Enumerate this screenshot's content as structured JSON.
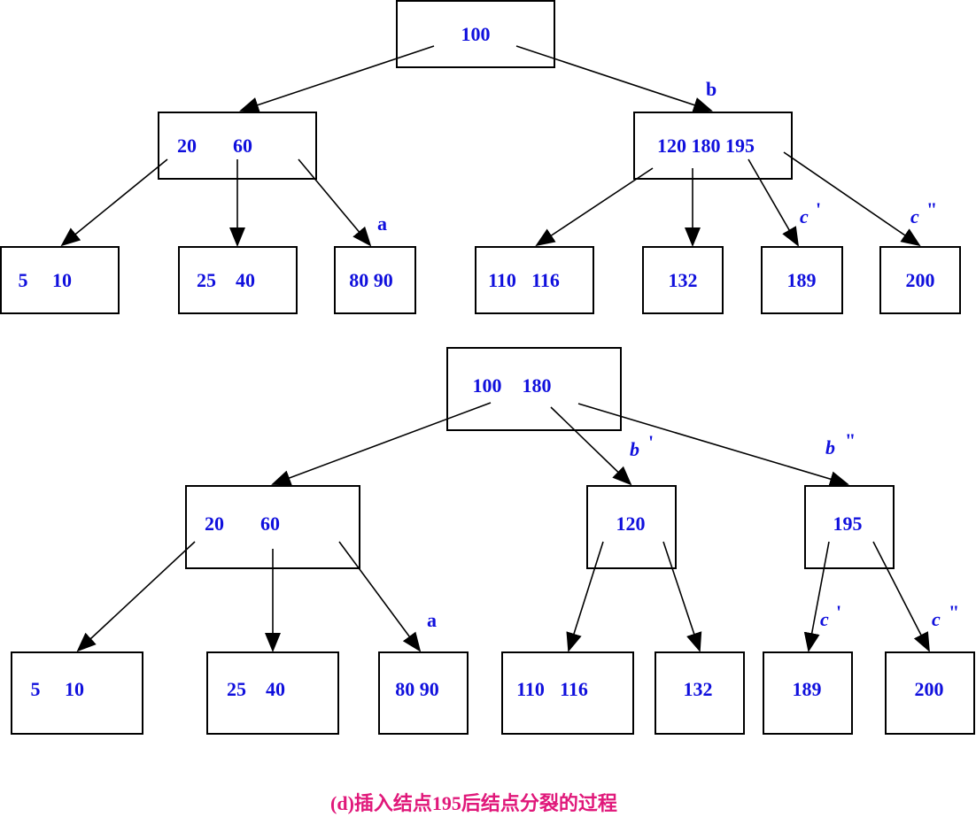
{
  "caption": "(d)插入结点195后结点分裂的过程",
  "colors": {
    "key_text": "#1010dd",
    "caption_text": "#e0187a",
    "stroke": "#000000"
  },
  "before": {
    "root": "100",
    "left_internal": [
      "20",
      "60"
    ],
    "right_internal": "120 180 195",
    "left_leaves": [
      "5",
      "10",
      "25",
      "40",
      "80 90"
    ],
    "right_leaves": [
      "110",
      "116",
      "132",
      "189",
      "200"
    ],
    "labels": {
      "a": "a",
      "b": "b",
      "c1": "c",
      "c1_mark": "'",
      "c2": "c",
      "c2_mark": "\""
    }
  },
  "after": {
    "root": [
      "100",
      "180"
    ],
    "left_internal": [
      "20",
      "60"
    ],
    "mid_internal": "120",
    "right_internal": "195",
    "left_leaves": [
      "5",
      "10",
      "25",
      "40",
      "80 90"
    ],
    "right_leaves": [
      "110",
      "116",
      "132",
      "189",
      "200"
    ],
    "labels": {
      "a": "a",
      "b1": "b",
      "b1_mark": "'",
      "b2": "b",
      "b2_mark": "\"",
      "c1": "c",
      "c1_mark": "'",
      "c2": "c",
      "c2_mark": "\""
    }
  }
}
